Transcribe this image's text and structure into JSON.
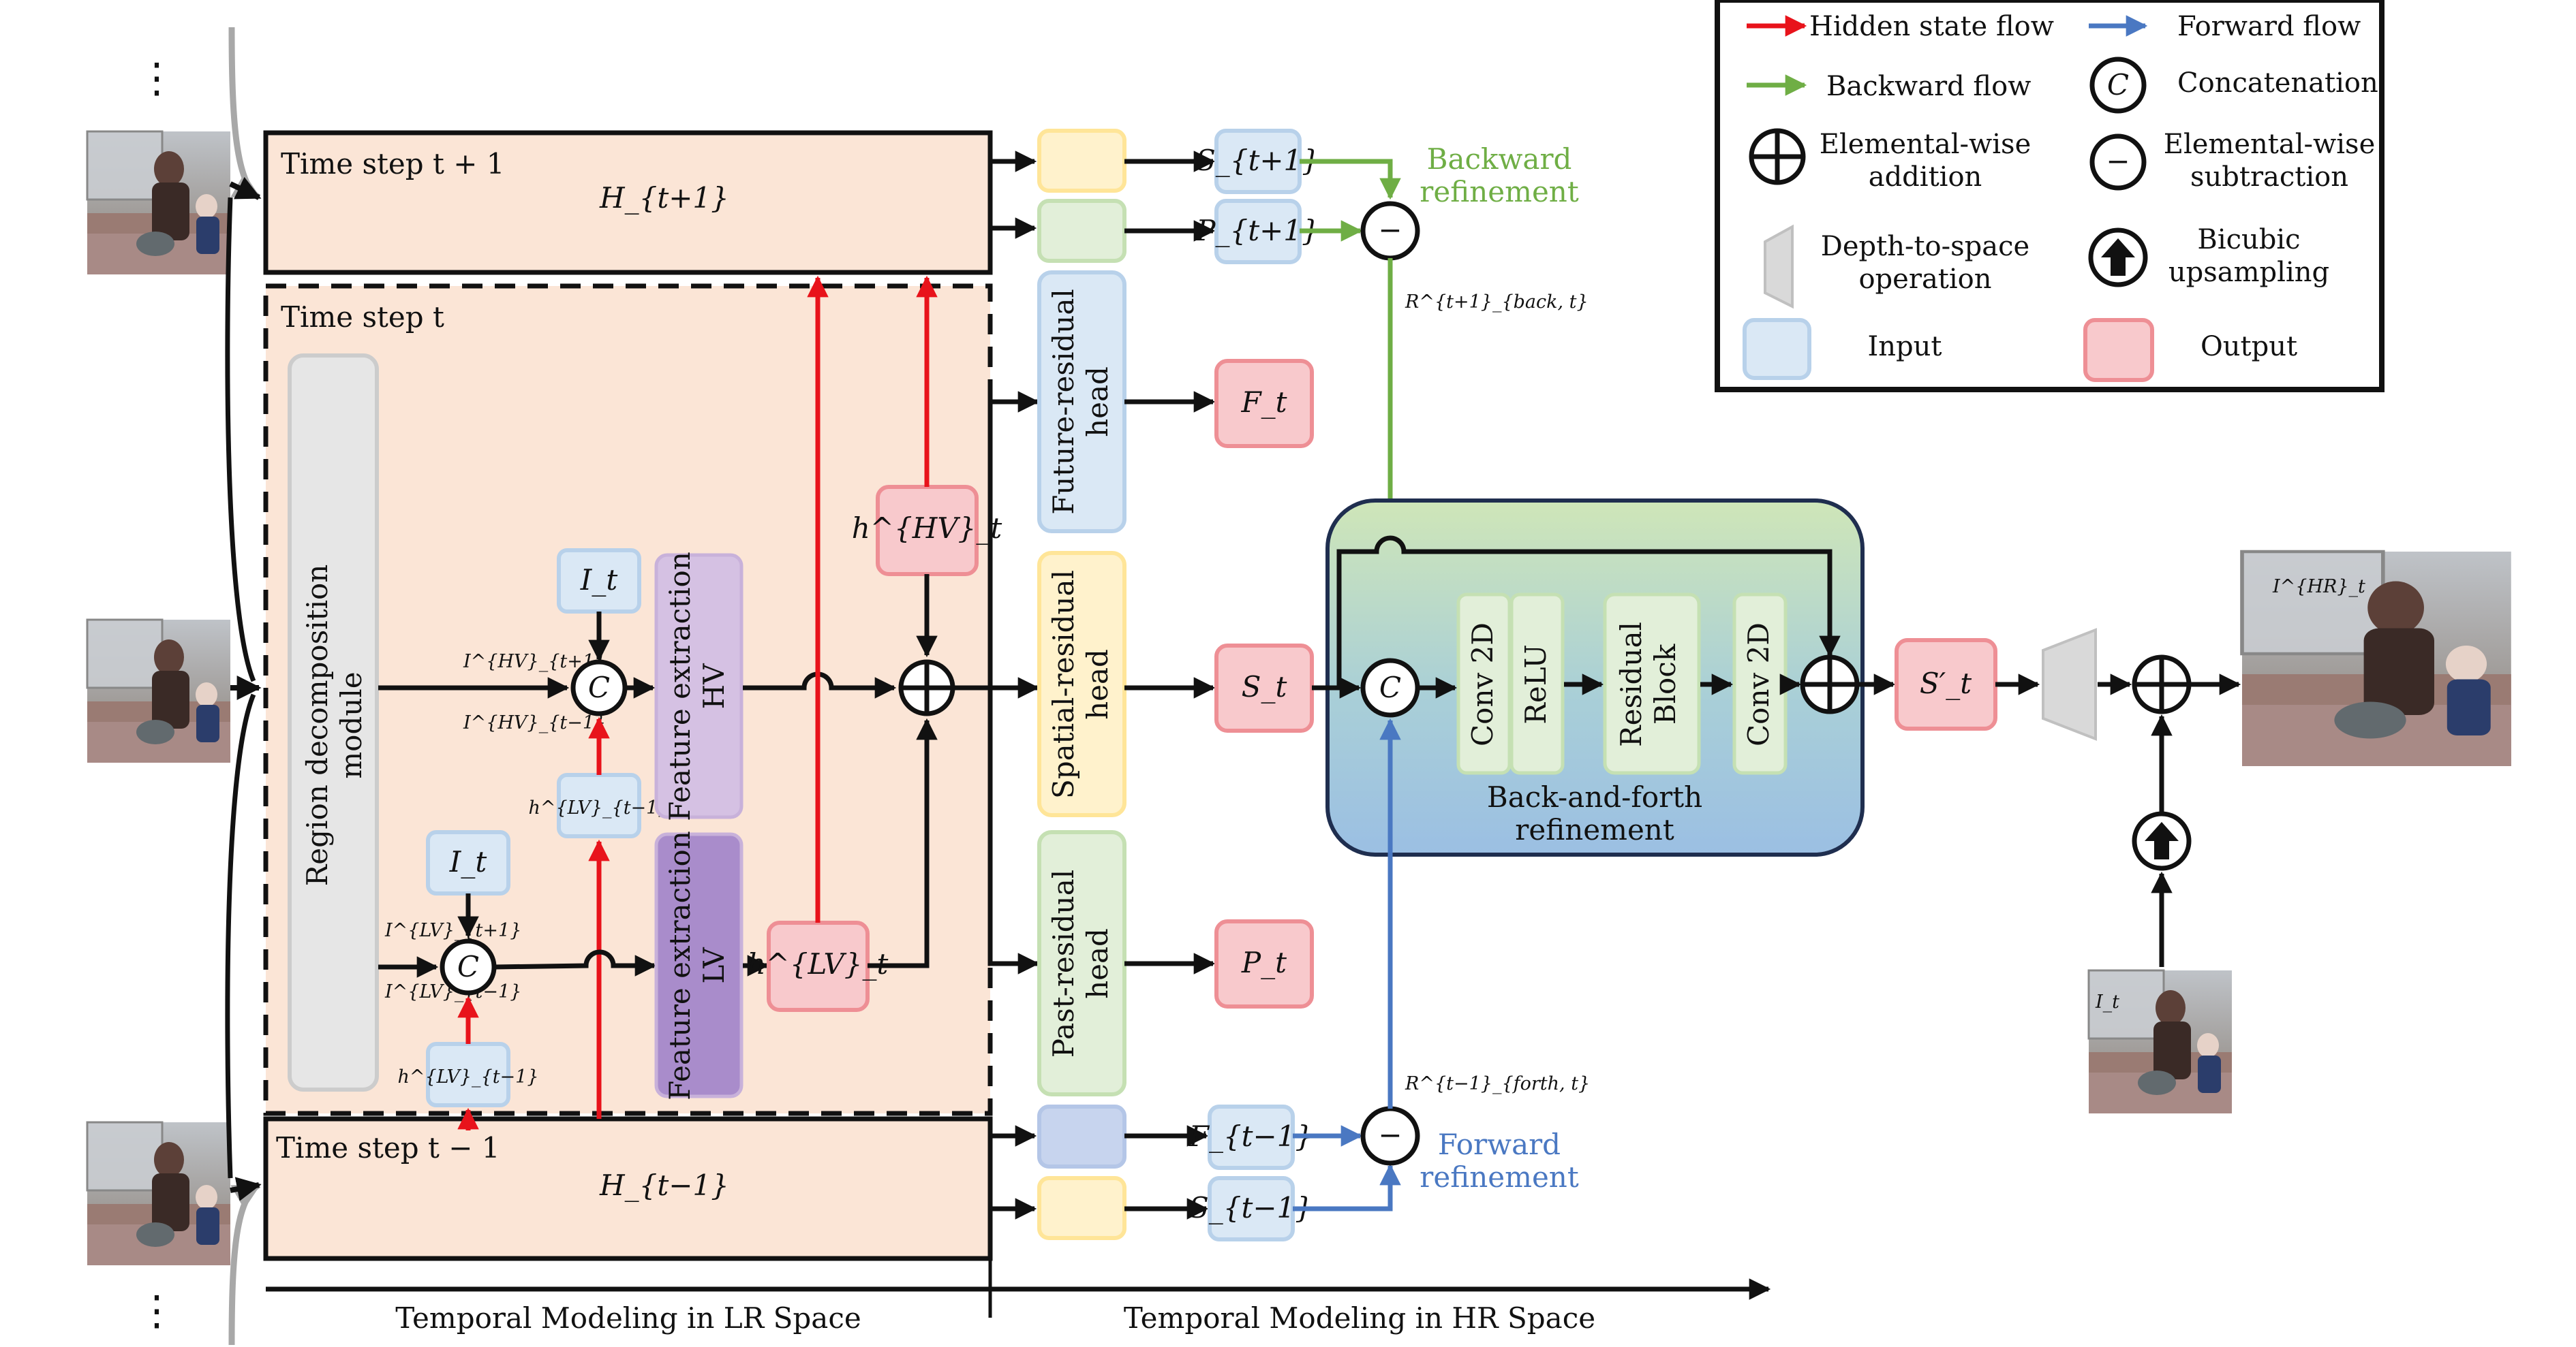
{
  "legend": {
    "hidden_state_flow": "Hidden state flow",
    "forward_flow": "Forward flow",
    "backward_flow": "Backward flow",
    "concatenation": "Concatenation",
    "elemental_addition_1": "Elemental-wise",
    "elemental_addition_2": "addition",
    "elemental_subtraction_1": "Elemental-wise",
    "elemental_subtraction_2": "subtraction",
    "depth_to_space_1": "Depth-to-space",
    "depth_to_space_2": "operation",
    "bicubic_1": "Bicubic",
    "bicubic_2": "upsampling",
    "input": "Input",
    "output": "Output"
  },
  "symbols": {
    "concat": "C",
    "minus": "−"
  },
  "colors": {
    "hidden_state_red": "#e8131b",
    "forward_blue": "#4a78c2",
    "backward_green": "#6fae45",
    "time_step_fill": "#fbe5d6",
    "input_fill": "#dae8f5",
    "output_fill": "#f8c9cc",
    "yellow_head": "#fff2cc",
    "green_head": "#e2efd9"
  },
  "time_steps": {
    "next_label": "Time step t + 1",
    "next_state": "H_{t+1}",
    "current_label": "Time step t",
    "prev_label": "Time step t − 1",
    "prev_state": "H_{t−1}"
  },
  "modules": {
    "region_decomposition_1": "Region decomposition",
    "region_decomposition_2": "module",
    "feature_extraction_hv_1": "Feature extraction",
    "feature_extraction_hv_2": "HV",
    "feature_extraction_lv_1": "Feature extraction",
    "feature_extraction_lv_2": "LV",
    "future_head_1": "Future-residual",
    "future_head_2": "head",
    "spatial_head_1": "Spatial-residual",
    "spatial_head_2": "head",
    "past_head_1": "Past-residual",
    "past_head_2": "head",
    "conv2d_a": "Conv 2D",
    "relu": "ReLU",
    "residual_block_1": "Residual",
    "residual_block_2": "Block",
    "conv2d_b": "Conv 2D",
    "refine_block_1": "Back-and-forth",
    "refine_block_2": "refinement"
  },
  "math": {
    "I_t": "I_t",
    "I_hv_next": "I^{HV}_{t+1}",
    "I_hv_prev": "I^{HV}_{t−1}",
    "I_lv_next": "I^{LV}_{t+1}",
    "I_lv_prev": "I^{LV}_{t−1}",
    "h_lv_prev_upper": "h^{LV}_{t−1}",
    "h_lv_prev_lower": "h^{LV}_{t−1}",
    "h_hv": "h^{HV}_t",
    "h_lv": "h^{LV}_t",
    "S_next": "S_{t+1}",
    "P_next": "P_{t+1}",
    "F_t": "F_t",
    "S_t": "S_t",
    "P_t": "P_t",
    "F_prev": "F_{t−1}",
    "S_prev": "S_{t−1}",
    "R_back": "R^{t+1}_{back, t}",
    "R_forth": "R^{t−1}_{forth, t}",
    "S_prime": "S′_t",
    "I_HR": "I^{HR}_t",
    "I_t_small": "I_t"
  },
  "annotations": {
    "backward_refinement_1": "Backward",
    "backward_refinement_2": "refinement",
    "forward_refinement_1": "Forward",
    "forward_refinement_2": "refinement",
    "lr_space": "Temporal Modeling in LR Space",
    "hr_space": "Temporal Modeling in HR Space",
    "dots_top": "⋮",
    "dots_bottom": "⋮"
  }
}
